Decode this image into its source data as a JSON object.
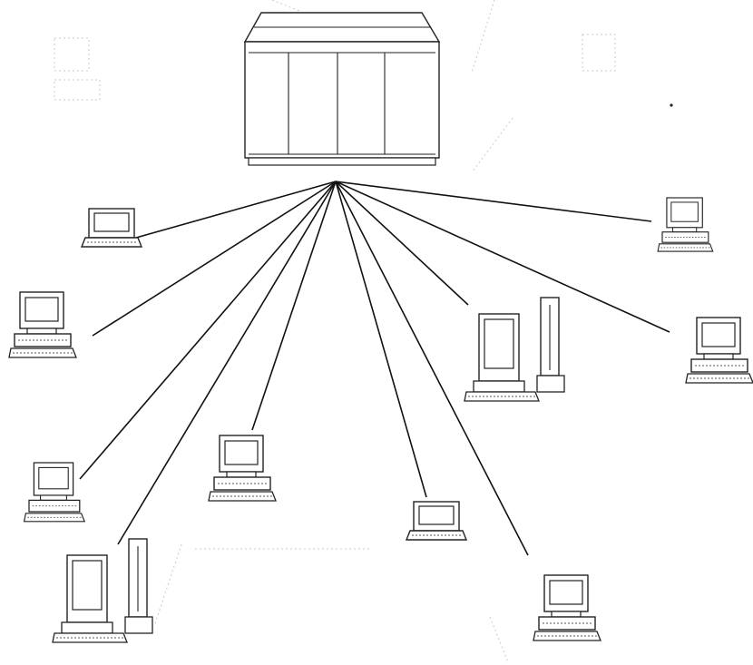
{
  "diagram": {
    "hub": {
      "name": "server",
      "icon": "server-cabinet-icon"
    },
    "nodes": [
      {
        "id": "laptop-left-top",
        "icon": "laptop-icon"
      },
      {
        "id": "desktop-left-upper",
        "icon": "desktop-computer-icon"
      },
      {
        "id": "desktop-left-small",
        "icon": "desktop-computer-icon"
      },
      {
        "id": "tower-left-bottom",
        "icon": "tower-workstation-icon"
      },
      {
        "id": "desktop-center-left",
        "icon": "desktop-computer-icon"
      },
      {
        "id": "laptop-center-bottom",
        "icon": "laptop-icon"
      },
      {
        "id": "desktop-bottom-right",
        "icon": "desktop-computer-icon"
      },
      {
        "id": "tower-center-right",
        "icon": "tower-workstation-icon"
      },
      {
        "id": "desktop-right",
        "icon": "desktop-computer-icon"
      },
      {
        "id": "desktop-right-top",
        "icon": "desktop-computer-icon"
      }
    ],
    "colors": {
      "line": "#111111",
      "background": "#ffffff"
    }
  }
}
